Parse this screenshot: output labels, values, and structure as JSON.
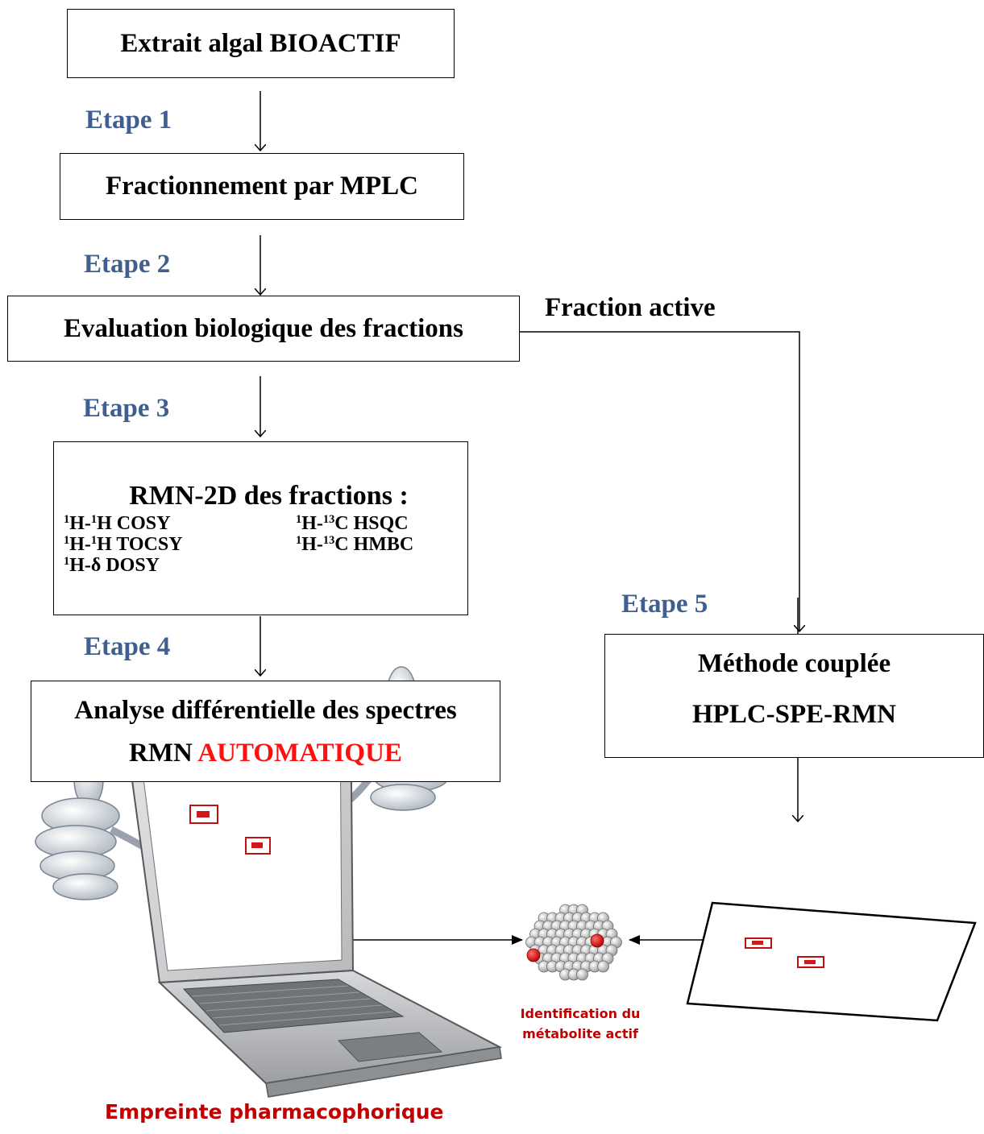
{
  "boxes": {
    "extract": "Extrait algal BIOACTIF",
    "fractionation": "Fractionnement par MPLC",
    "evaluation": "Evaluation biologique des fractions",
    "nmr_title": "RMN-2D des fractions :",
    "nmr_experiments": [
      {
        "pre": "1",
        "a": "H-",
        "sup": "1",
        "b": "H COSY"
      },
      {
        "pre": "1",
        "a": "H-",
        "sup": "13",
        "b": "C HSQC"
      },
      {
        "pre": "1",
        "a": "H-",
        "sup": "1",
        "b": "H TOCSY"
      },
      {
        "pre": "1",
        "a": "H-",
        "sup": "13",
        "b": "C HMBC"
      },
      {
        "pre": "1",
        "a": "H-δ DOSY",
        "sup": "",
        "b": ""
      }
    ],
    "analysis_line1": "Analyse différentielle des spectres",
    "analysis_line2_black": "RMN ",
    "analysis_line2_red": "AUTOMATIQUE",
    "coupled_line1": "Méthode couplée",
    "coupled_line2": "HPLC-SPE-RMN"
  },
  "steps": {
    "step1": "Etape 1",
    "step2": "Etape 2",
    "step3": "Etape 3",
    "step4": "Etape 4",
    "step5": "Etape 5"
  },
  "labels": {
    "fraction_active": "Fraction active",
    "identification_line1": "Identification du",
    "identification_line2": "métabolite actif",
    "fingerprint": "Empreinte pharmacophorique"
  },
  "colors": {
    "step_text": "#3f5f8f",
    "accent_red": "#ff1010",
    "caption_red": "#c00000",
    "spot_red": "#d01818"
  },
  "icons": [
    "thumbs-up-icon",
    "laptop-icon",
    "molecule-icon",
    "spectrum-sheet-icon"
  ]
}
